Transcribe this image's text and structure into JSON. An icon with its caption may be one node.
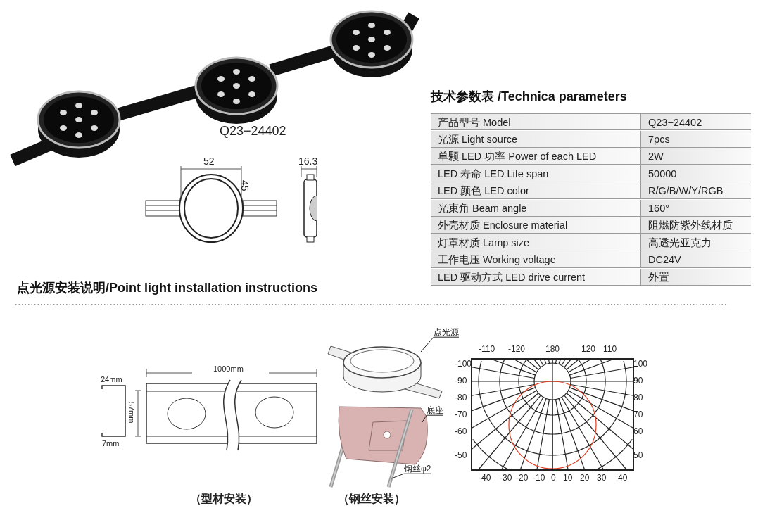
{
  "diagram": {
    "nodes": [
      {
        "text": [
          "点光源"
        ]
      },
      {
        "text": [],
        "shape": "picture"
      },
      {
        "text": [
          "底座"
        ]
      },
      {
        "text": [],
        "shape": "picture"
      },
      {
        "text": [
          "钢丝φ2"
        ]
      },
      {
        "text": [],
        "shape": "picture"
      }
    ],
    "edges": [
      {
        "from": 0,
        "to": 1,
        "arrow": "none"
      },
      {
        "from": 2,
        "to": 3,
        "arrow": "none"
      },
      {
        "from": 4,
        "to": 5,
        "arrow": "none"
      }
    ],
    "labels": [
      "Q23−24402",
      "52",
      "45",
      "16.3",
      "技术参数表 /Technica parameters",
      "产品型号 Model",
      "Q23−24402",
      "光源 Light source",
      "7pcs",
      "单颗 LED 功率 Power of each LED",
      "2W",
      "LED 寿命 LED Life span",
      "50000",
      "LED 颜色 LED color",
      "R/G/B/W/Y/RGB",
      "光束角 Beam angle",
      "160°",
      "外壳材质 Enclosure material",
      "阻燃防紫外线材质",
      "灯罩材质 Lamp size",
      "高透光亚克力",
      "工作电压 Working voltage",
      "DC24V",
      "LED 驱动方式 LED drive current",
      "外置",
      "点光源安装说明/Point light installation instructions",
      "1000mm",
      "24mm",
      "57mm",
      "7mm",
      "-110",
      "-120",
      "180",
      "120",
      "110",
      "-100",
      "-90",
      "-80",
      "-70",
      "-60",
      "-50",
      "100",
      "90",
      "80",
      "70",
      "60",
      "50",
      "-40",
      "-30",
      "-20",
      "-10",
      "0",
      "10",
      "20",
      "30",
      "40",
      "（型材安装）",
      "（钢丝安装）"
    ]
  }
}
